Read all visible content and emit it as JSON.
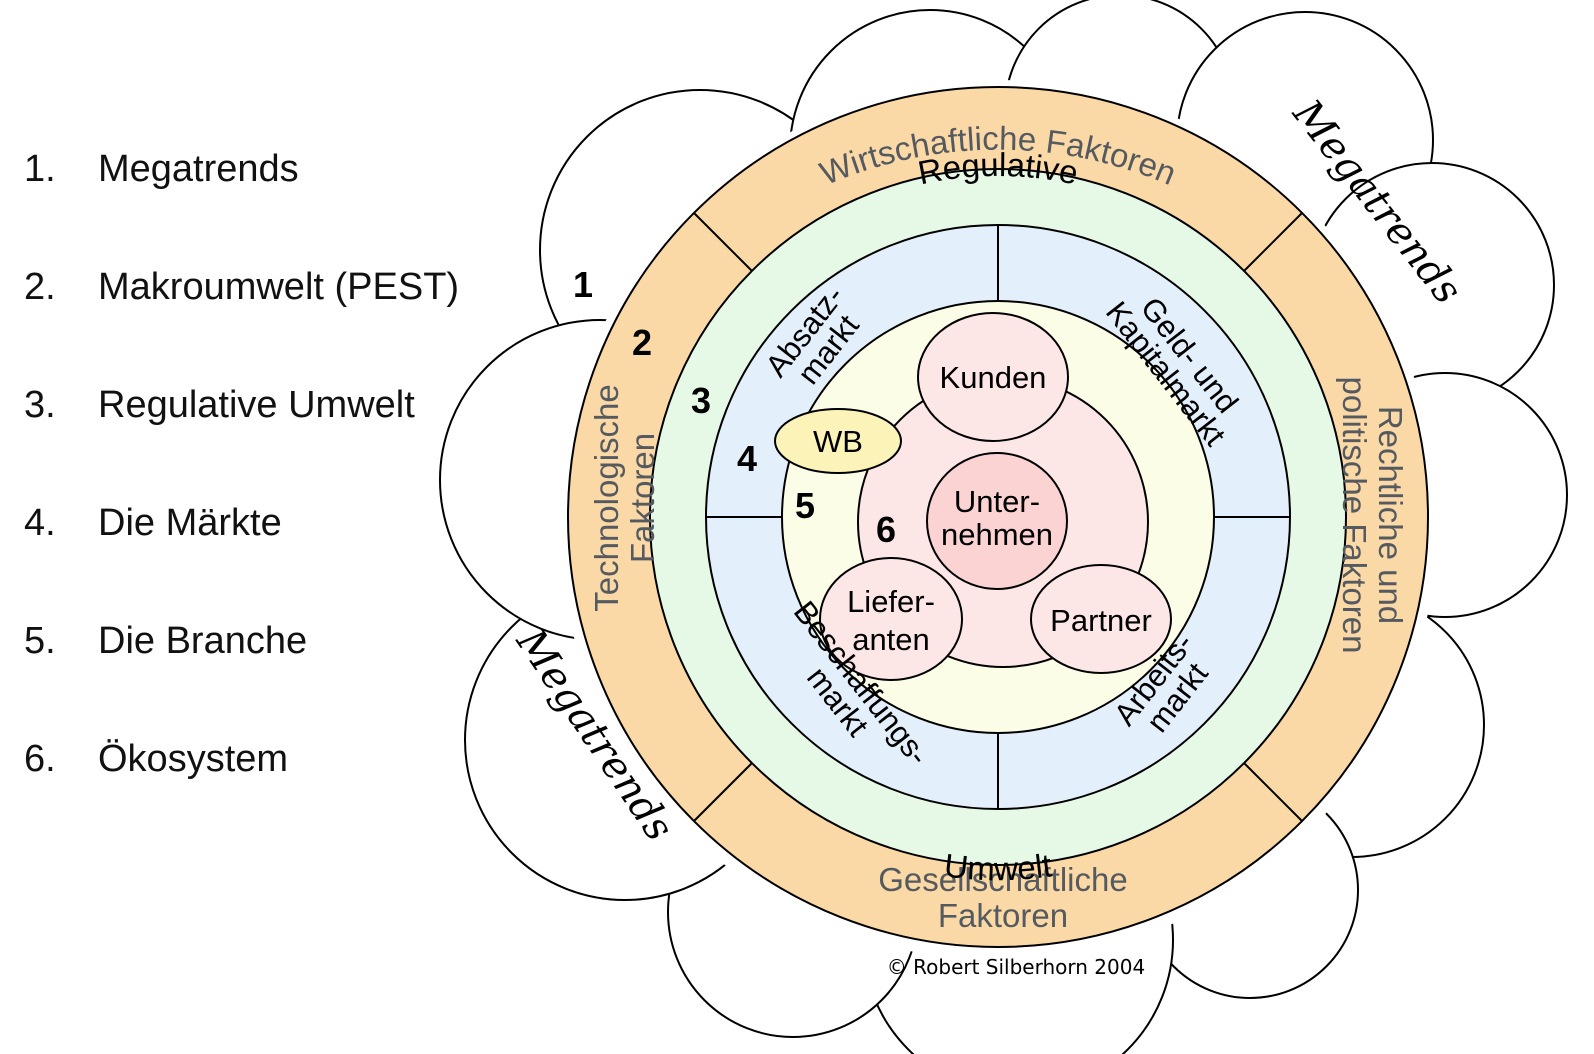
{
  "legend": [
    {
      "num": "1.",
      "label": "Megatrends"
    },
    {
      "num": "2.",
      "label": "Makroumwelt (PEST)"
    },
    {
      "num": "3.",
      "label": "Regulative Umwelt"
    },
    {
      "num": "4.",
      "label": "Die Märkte"
    },
    {
      "num": "5.",
      "label": "Die Branche"
    },
    {
      "num": "6.",
      "label": "Ökosystem"
    }
  ],
  "levels": [
    "1",
    "2",
    "3",
    "4",
    "5",
    "6"
  ],
  "megatrends": {
    "top": "Megatrends",
    "bottom": "Megatrends"
  },
  "pest": {
    "top": "Wirtschaftliche Faktoren",
    "left_line1": "Technologische",
    "left_line2": "Faktoren",
    "right_line1": "Rechtliche und",
    "right_line2": "politische Faktoren",
    "bottom_line1": "Gesellschaftliche",
    "bottom_line2": "Faktoren"
  },
  "regulative": {
    "top": "Regulative",
    "bottom": "Umwelt"
  },
  "markets": {
    "absatz_line1": "Absatz-",
    "absatz_line2": "markt",
    "geld_line1": "Geld- und",
    "geld_line2": "Kapitalmarkt",
    "beschaffung_line1": "Beschaffungs-",
    "beschaffung_line2": "markt",
    "arbeit_line1": "Arbeits-",
    "arbeit_line2": "markt"
  },
  "branche": {
    "wb": "WB"
  },
  "ecosystem": {
    "kunden": "Kunden",
    "unternehmen_line1": "Unter-",
    "unternehmen_line2": "nehmen",
    "lieferanten_line1": "Liefer-",
    "lieferanten_line2": "anten",
    "partner": "Partner"
  },
  "copyright": "© Robert Silberhorn 2004",
  "colors": {
    "pest_ring": "#fad9a6",
    "regulative_ring": "#e6f8e6",
    "markets_ring": "#e3f0fc",
    "branche_ring": "#fbfde6",
    "ecosystem": "#fde6e6",
    "unternehmen": "#fbd3d3",
    "wb": "#fbf3b8",
    "cloud": "#ffffff"
  }
}
